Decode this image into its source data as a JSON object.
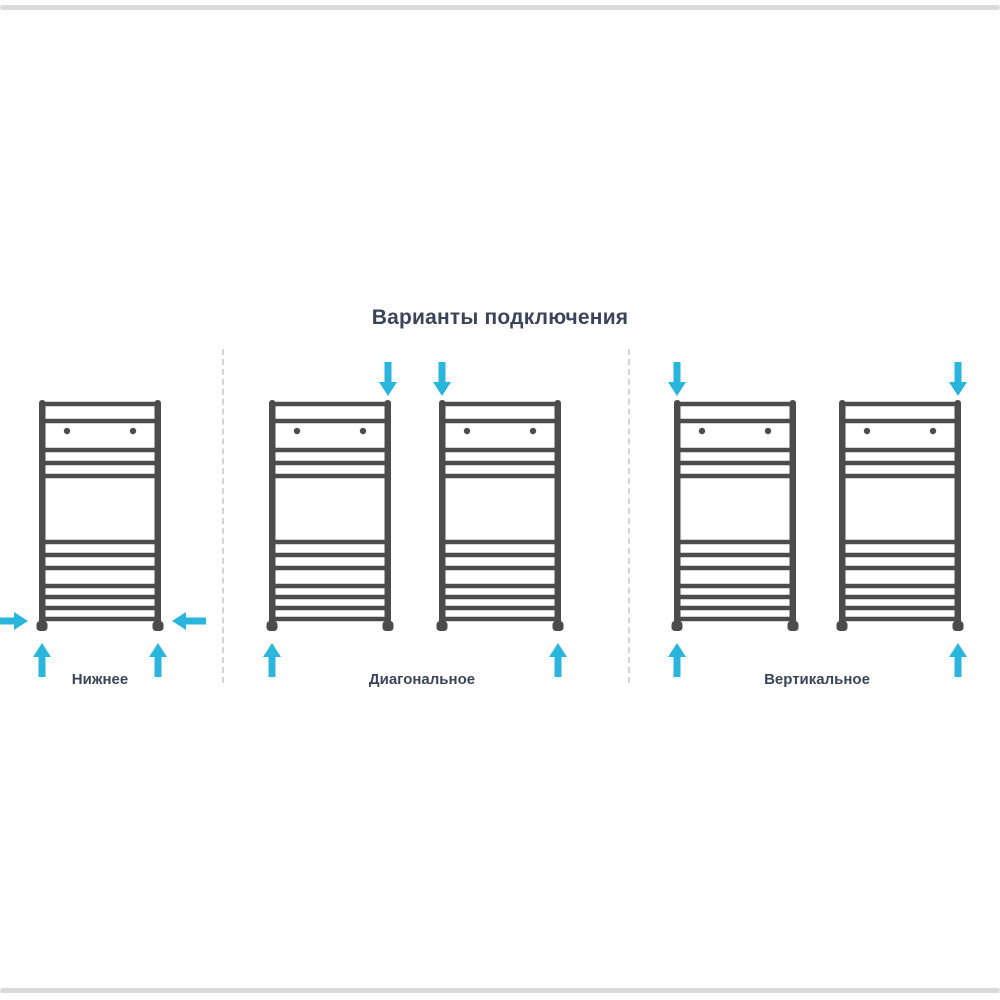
{
  "page": {
    "title": "Варианты подключения"
  },
  "colors": {
    "arrow": "#2AB5DC",
    "radiator": "#4c4c4c",
    "text": "#3b4559",
    "divider": "#d4d4d4",
    "frame": "#dadada"
  },
  "sections": [
    {
      "label": "Нижнее",
      "radiators": [
        {
          "arrows": [
            "side-left",
            "side-right",
            "bottom-left",
            "bottom-right"
          ]
        }
      ]
    },
    {
      "label": "Диагональное",
      "radiators": [
        {
          "arrows": [
            "top-right",
            "bottom-left"
          ]
        },
        {
          "arrows": [
            "top-left",
            "bottom-right"
          ]
        }
      ]
    },
    {
      "label": "Вертикальное",
      "radiators": [
        {
          "arrows": [
            "top-left",
            "bottom-left"
          ]
        },
        {
          "arrows": [
            "top-right",
            "bottom-right"
          ]
        }
      ]
    }
  ]
}
